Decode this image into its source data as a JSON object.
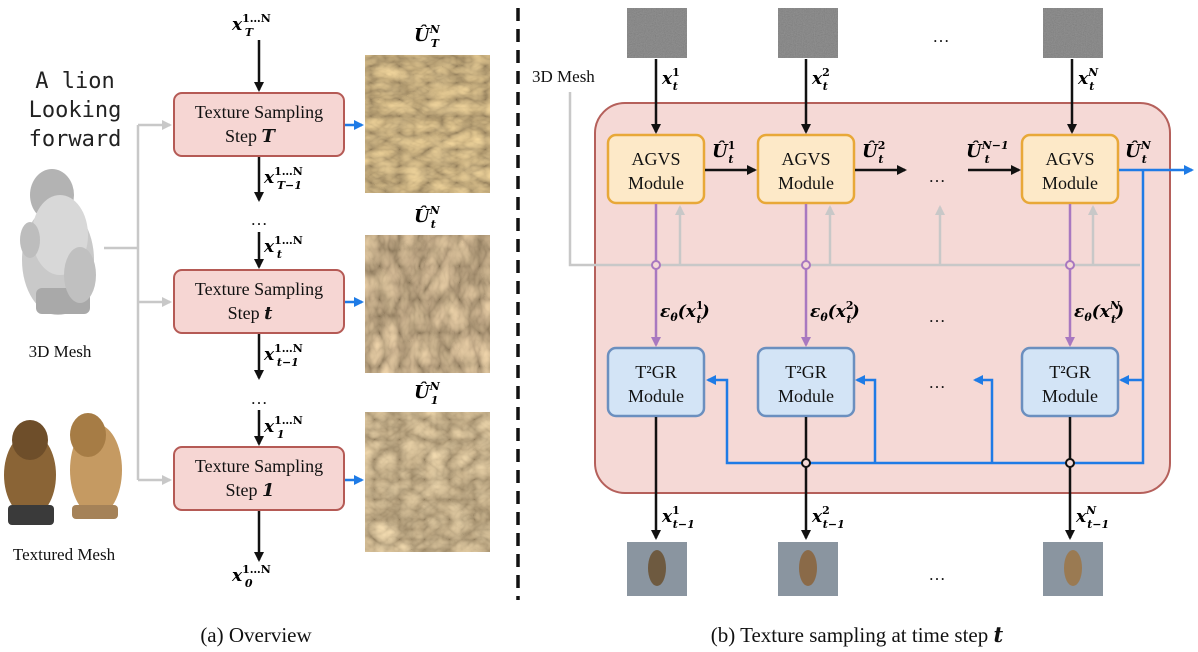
{
  "overview": {
    "prompt_lines": [
      "A lion",
      "Looking",
      "forward"
    ],
    "mesh_label": "3D Mesh",
    "textured_label": "Textured Mesh",
    "steps": [
      {
        "line1": "Texture Sampling",
        "line2_prefix": "Step ",
        "line2_var": "T"
      },
      {
        "line1": "Texture Sampling",
        "line2_prefix": "Step ",
        "line2_var": "t"
      },
      {
        "line1": "Texture Sampling",
        "line2_prefix": "Step ",
        "line2_var": "1"
      }
    ],
    "dots": "…",
    "caption": "(a) Overview",
    "colors": {
      "step_fill": "#f6d6d3",
      "step_stroke": "#b55a55",
      "blue": "#1e7be6"
    }
  },
  "sampling": {
    "mesh_label": "3D Mesh",
    "agvs_line1": "AGVS",
    "agvs_line2": "Module",
    "t2gr_line1": "T²GR",
    "t2gr_line2": "Module",
    "dots": "…",
    "caption_prefix": "(b) Texture sampling at time step ",
    "caption_var": "t",
    "colors": {
      "panel_fill": "#f5d9d6",
      "panel_stroke": "#b5605b",
      "agvs_fill": "#fde9c8",
      "agvs_stroke": "#e8a838",
      "t2gr_fill": "#d3e4f6",
      "t2gr_stroke": "#6b8fbf",
      "purple": "#a878c0",
      "gray": "#c8c8c8",
      "blue": "#1e7be6"
    }
  }
}
